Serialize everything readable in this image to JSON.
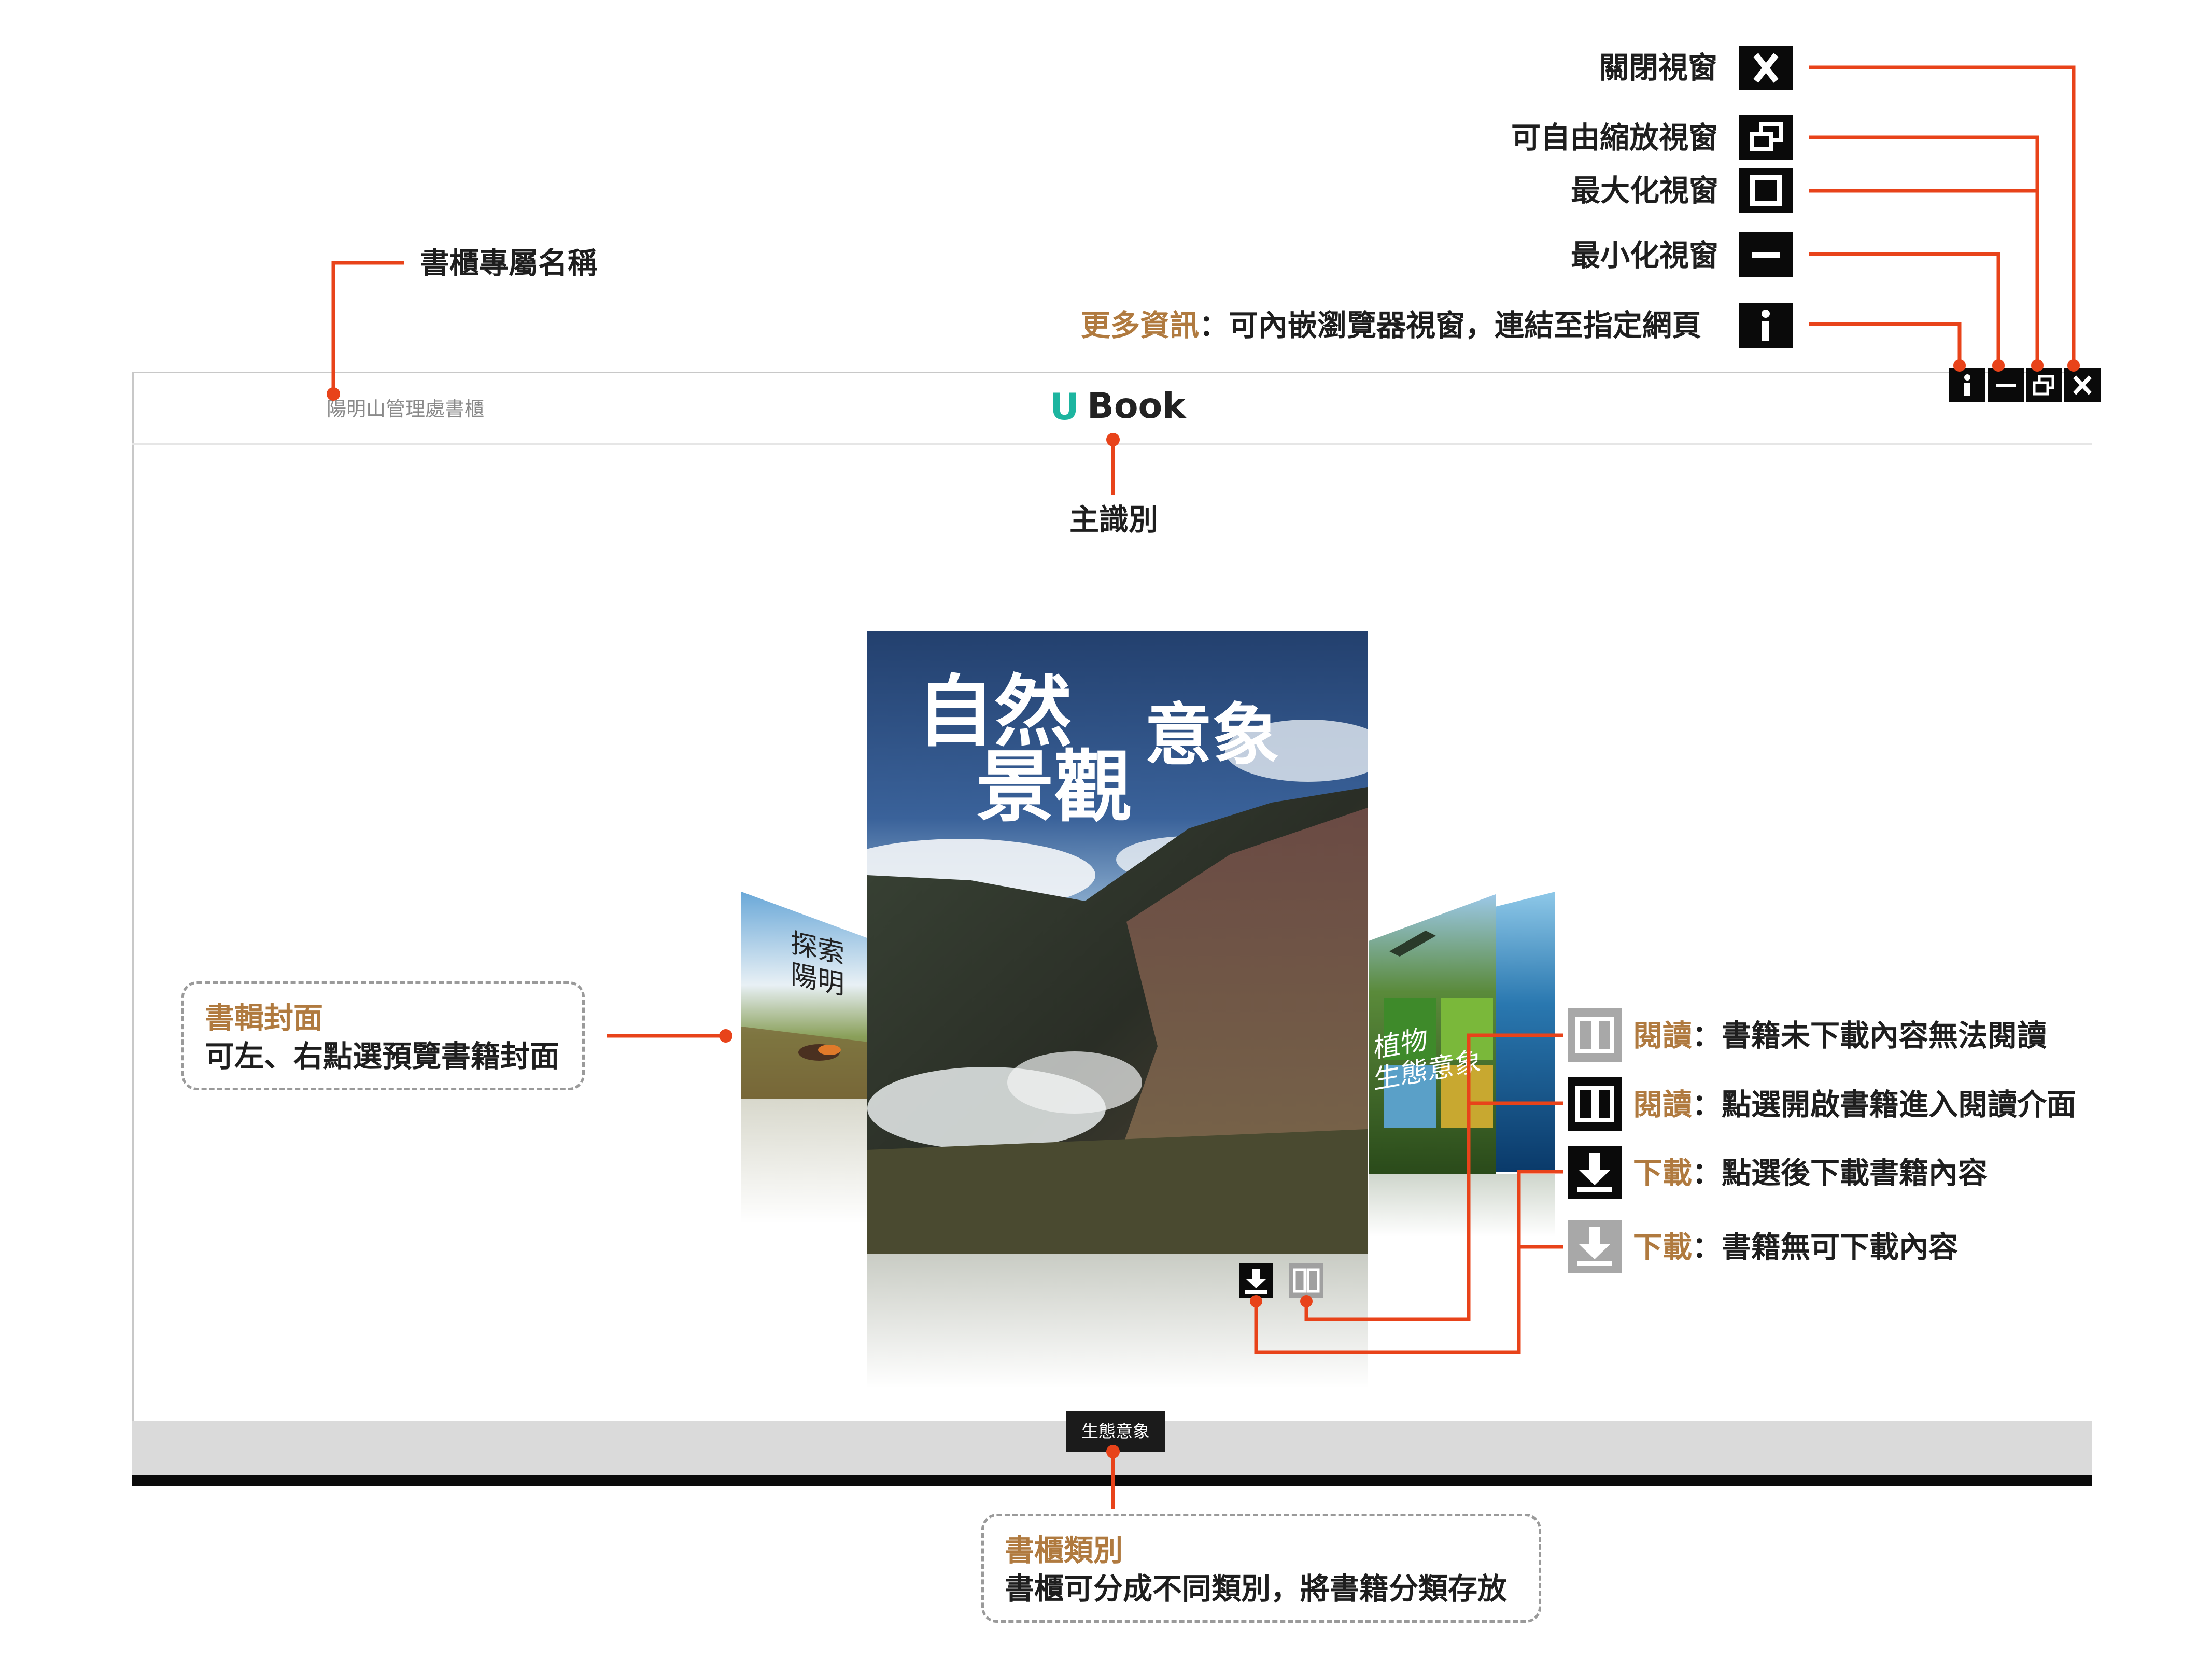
{
  "window": {
    "shelf_name": "陽明山管理處書櫃",
    "logo_letter": "U",
    "logo_text": "Book",
    "buttons": [
      "info-icon",
      "minimize-icon",
      "restore-icon",
      "close-icon"
    ]
  },
  "category": {
    "tab_label": "生態意象"
  },
  "cover": {
    "main_title_line1": "自然",
    "main_title_line2": "景觀",
    "main_title_line3": "意象",
    "left_title_line1": "探索",
    "left_title_line2": "陽明",
    "right_title_line1": "植物",
    "right_title_line2": "生態意象"
  },
  "annotations": {
    "shelf_name_label": "書櫃專屬名稱",
    "logo_label": "主識別",
    "close_label": "關閉視窗",
    "restore_label": "可自由縮放視窗",
    "maximize_label": "最大化視窗",
    "minimize_label": "最小化視窗",
    "info_accent": "更多資訊",
    "info_rest": "：可內嵌瀏覽器視窗，連結至指定網頁",
    "cover_title": "書輯封面",
    "cover_desc": "可左、右點選預覽書籍封面",
    "read_disabled_accent": "閱讀",
    "read_disabled_rest": "：書籍未下載內容無法閱讀",
    "read_enabled_accent": "閱讀",
    "read_enabled_rest": "：點選開啟書籍進入閱讀介面",
    "download_enabled_accent": "下載",
    "download_enabled_rest": "：點選後下載書籍內容",
    "download_disabled_accent": "下載",
    "download_disabled_rest": "：書籍無可下載內容",
    "category_title": "書櫃類別",
    "category_desc": "書櫃可分成不同類別，將書籍分類存放"
  },
  "colors": {
    "accent": "#b07a3f",
    "leader_line": "#e8431a",
    "logo_u": "#1db5a0"
  }
}
